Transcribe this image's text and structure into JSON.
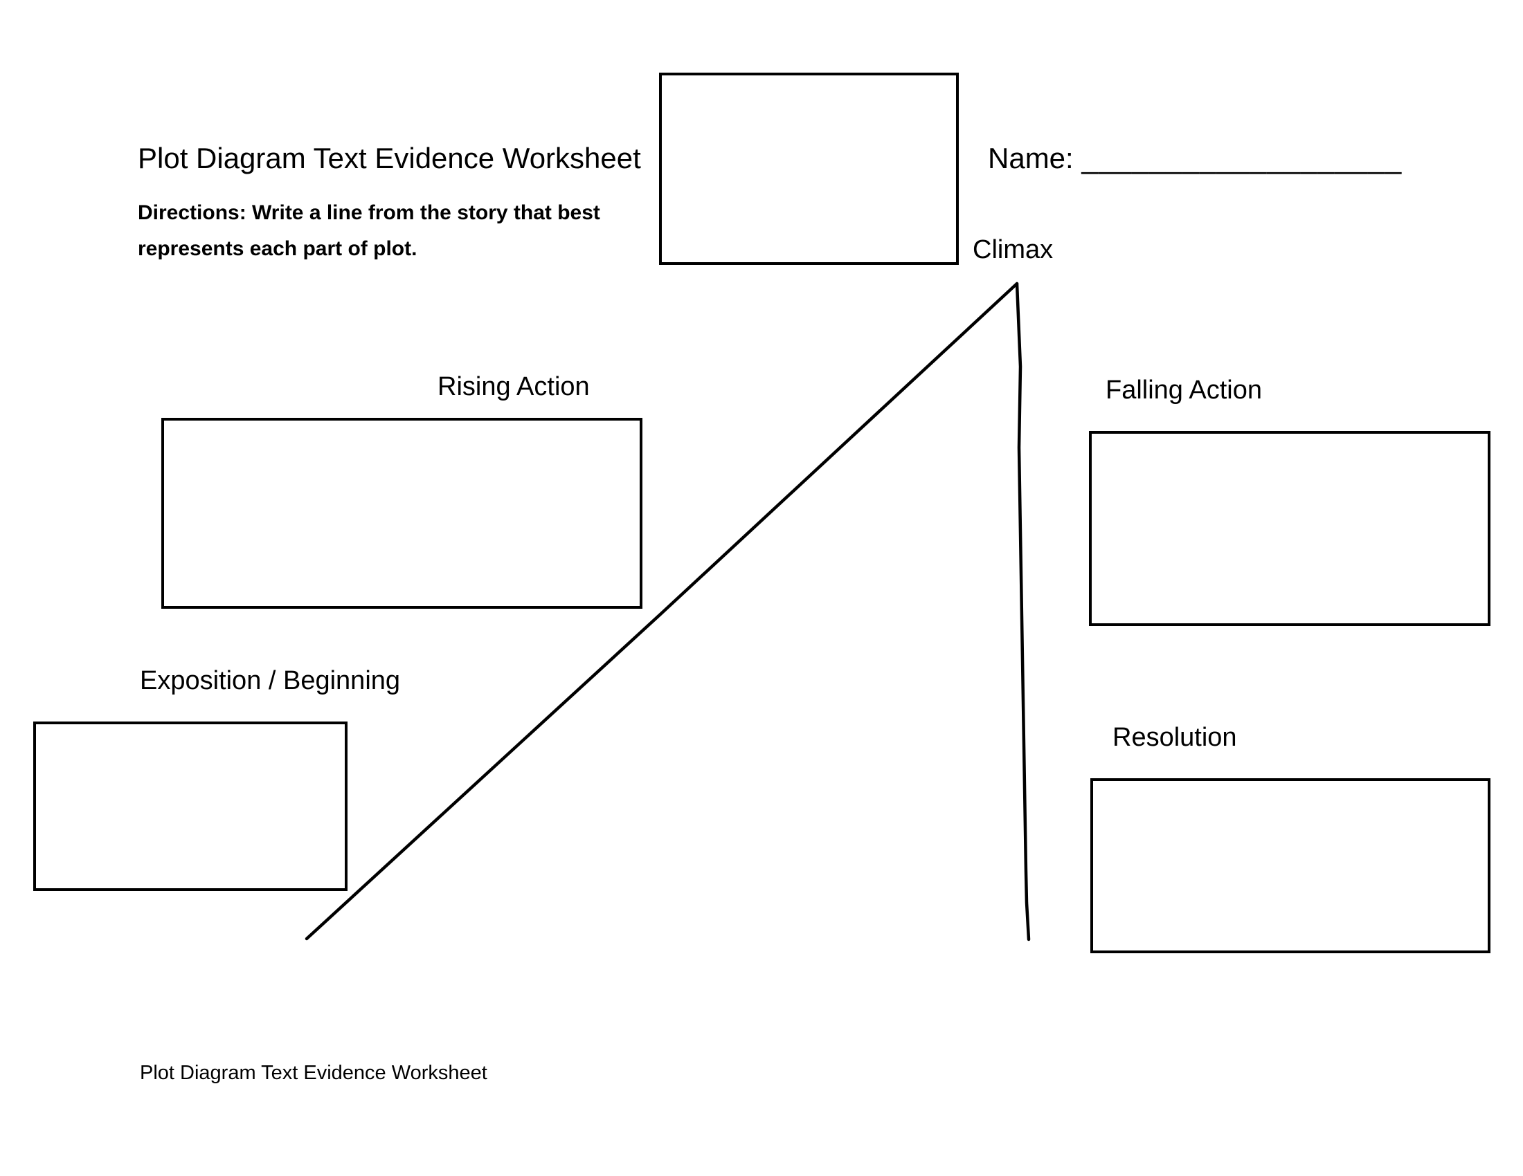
{
  "header": {
    "title": "Plot Diagram Text Evidence Worksheet",
    "name_label": "Name:",
    "name_blank": "___________________",
    "directions": [
      "Directions: Write a line from the story that best",
      "represents each part of plot."
    ]
  },
  "diagram": {
    "climax_label": "Climax",
    "rising_action_label": "Rising Action",
    "falling_action_label": "Falling Action",
    "exposition_label": "Exposition / Beginning",
    "resolution_label": "Resolution"
  },
  "footer": {
    "text": "Plot Diagram Text Evidence Worksheet"
  },
  "colors": {
    "ink": "#000000",
    "paper": "#ffffff"
  }
}
